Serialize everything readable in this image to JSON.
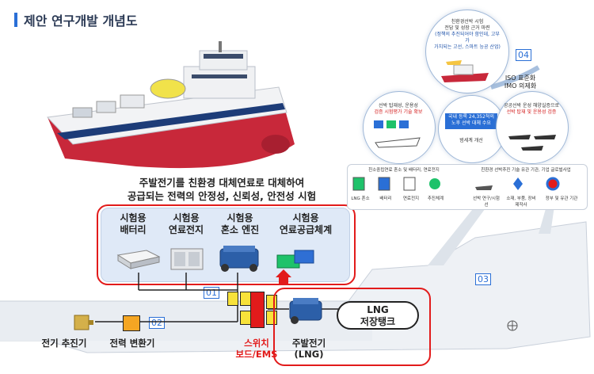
{
  "title": "제안 연구개발 개념도",
  "lead": {
    "line1": "주발전기를 친환경 대체연료로 대체하여",
    "line2": "공급되는 전력의 안정성, 신뢰성, 안전성 시험"
  },
  "test_items": [
    {
      "line1": "시험용",
      "line2": "배터리"
    },
    {
      "line1": "시험용",
      "line2": "연료전지"
    },
    {
      "line1": "시험용",
      "line2": "혼소 엔진"
    },
    {
      "line1": "시험용",
      "line2": "연료공급체계"
    }
  ],
  "badges": {
    "b01": "01",
    "b02": "02",
    "b03": "03",
    "b04": "04"
  },
  "bottom_labels": {
    "propulsion": "전기 추진기",
    "converter": "전력 변환기",
    "switch_line1": "스위치",
    "switch_line2": "보드/EMS",
    "main_gen_line1": "주발전기",
    "main_gen_line2": "(LNG)",
    "lng_line1": "LNG",
    "lng_line2": "저장탱크"
  },
  "circles": {
    "top": {
      "line1": "친환경선박 시험",
      "line2": "전담 및 성장 근거 마련",
      "line3": "(정책의 추진되어야 함인데, 고부가",
      "line4": "가치되는 고선, 스마트 능공 산업)"
    },
    "left": {
      "line1": "선박 탑재성, 운용성",
      "line2": "검증 시험평가 기술 확보"
    },
    "center": {
      "line1": "국내 등록 24,352척의",
      "line2": "노후 선박 대체 수요",
      "caption": "범세계 개선"
    },
    "right": {
      "line1": "공공선박 운성 해양실증으로",
      "line2": "선박 탑재 및 운용성 검증"
    },
    "iso": {
      "line1": "ISO 표준화",
      "line2": "IMO 의제화"
    }
  },
  "legend": {
    "header_left": "친소중립연료 혼소 및 배터리, 연료전지",
    "header_right": "친환경 선박추진 기술 유관 기관, 기업 글로벌사업",
    "items_left": [
      "LNG 혼소",
      "배터리",
      "연료전지",
      "추진체계"
    ],
    "items_right": [
      "선박 연구/시험선",
      "소재, 부품, 장비 제작사",
      "정부 및 유관 기관"
    ]
  },
  "colors": {
    "accent_blue": "#2a6fd6",
    "alert_red": "#e21b1b",
    "panel_blue": "#dfe9f7",
    "switch_yellow": "#f8e23a"
  }
}
